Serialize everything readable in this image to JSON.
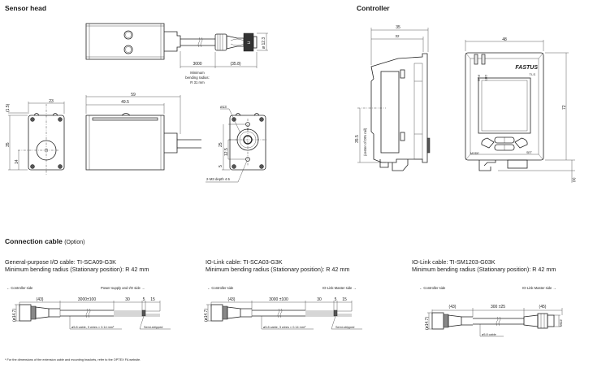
{
  "sections": {
    "sensor_head": "Sensor head",
    "controller": "Controller",
    "connection_cable": "Connection cable",
    "connection_cable_note": "(Option)"
  },
  "sensor_head": {
    "dims": {
      "cable_length": "3000",
      "connector_length": "(35.8)",
      "connector_dia": "ø 12.3",
      "bend_line1": "Minimum",
      "bend_line2": "bending radius:",
      "bend_line3": "R 31 mm",
      "overall_length": "59",
      "body_length": "49.5",
      "front_width": "23",
      "front_offset": "(1.5)",
      "front_height": "35",
      "front_center_height": "14",
      "back_dia": "ø13",
      "back_pitch": "25",
      "back_half_pitch": "12.5",
      "back_edge": "5",
      "back_screw": "2-M3 depth 4.5"
    }
  },
  "controller": {
    "dims": {
      "depth_total": "35",
      "depth_body": "32",
      "din_center": "35.5",
      "din_center_note": "(center of DIN rail)",
      "width": "48",
      "height": "72",
      "bottom": "(6)"
    },
    "labels": {
      "brand": "FASTUS",
      "model": "TI-S",
      "led_pwr": "PWR",
      "led_out": "OUT",
      "mode": "MODE",
      "set": "SET"
    }
  },
  "cables": [
    {
      "title": "General-purpose I/O cable: TI-SCA09-G3K",
      "radius": "Minimum bending radius (Stationary position): R 42 mm",
      "left_side": "← Controller side",
      "right_side": "Power supply and I/O side →",
      "dims": [
        "(43)",
        "3000±100",
        "30",
        "5",
        "15"
      ],
      "dia": "(ø14.7)",
      "cable_note": "ø5.8 cable, 9 wires × 0.14 mm²",
      "strip_note": "Semi-stripped"
    },
    {
      "title": "IO-Link cable: TI-SCA03-G3K",
      "radius": "Minimum bending radius (Stationary position): R 42 mm",
      "left_side": "← Controller side",
      "right_side": "IO-Link Master side →",
      "dims": [
        "(43)",
        "3000 ±100",
        "30",
        "5",
        "15"
      ],
      "dia": "(ø14.7)",
      "cable_note": "ø5.8 cable, 3 wires × 0.14 mm²",
      "strip_note": "Semi-stripped"
    },
    {
      "title": "IO-Link cable: TI-SM1203-G03K",
      "radius": "Minimum bending radius (Stationary position): R 42 mm",
      "left_side": "← Controller side",
      "right_side": "IO-Link Master side →",
      "dims": [
        "(43)",
        "300 ±25",
        "(45)"
      ],
      "dia": "(ø14.7)",
      "end_thread": "M12",
      "cable_note": "ø5.8 cable"
    }
  ],
  "footnote": "* For the dimensions of the extension cable and mounting brackets, refer to the OPTEX FA website."
}
